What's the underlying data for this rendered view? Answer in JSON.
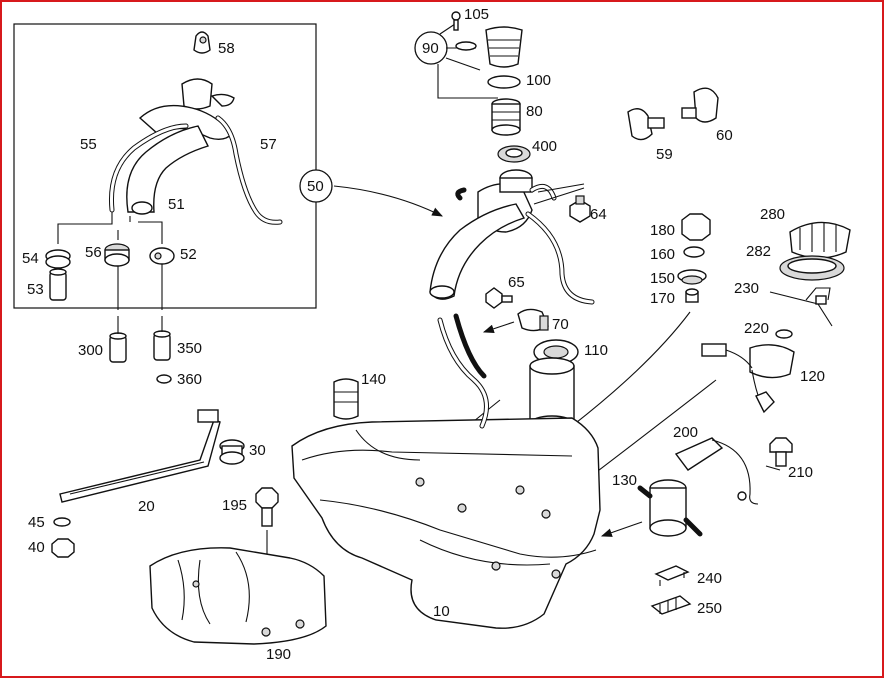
{
  "frame_color": "#d7191c",
  "labels": {
    "l105": "105",
    "l90": "90",
    "l58": "58",
    "l100": "100",
    "l80": "80",
    "l400": "400",
    "l59": "59",
    "l60": "60",
    "l55": "55",
    "l57": "57",
    "l51": "51",
    "l50": "50",
    "l64": "64",
    "l54": "54",
    "l56": "56",
    "l52": "52",
    "l53": "53",
    "l180": "180",
    "l280": "280",
    "l160": "160",
    "l282": "282",
    "l150": "150",
    "l230": "230",
    "l170": "170",
    "l65": "65",
    "l70": "70",
    "l220": "220",
    "l300": "300",
    "l350": "350",
    "l110": "110",
    "l120": "120",
    "l360": "360",
    "l140": "140",
    "l30": "30",
    "l200": "200",
    "l210": "210",
    "l20": "20",
    "l130": "130",
    "l195": "195",
    "l45": "45",
    "l40": "40",
    "l240": "240",
    "l250": "250",
    "l10": "10",
    "l190": "190"
  }
}
